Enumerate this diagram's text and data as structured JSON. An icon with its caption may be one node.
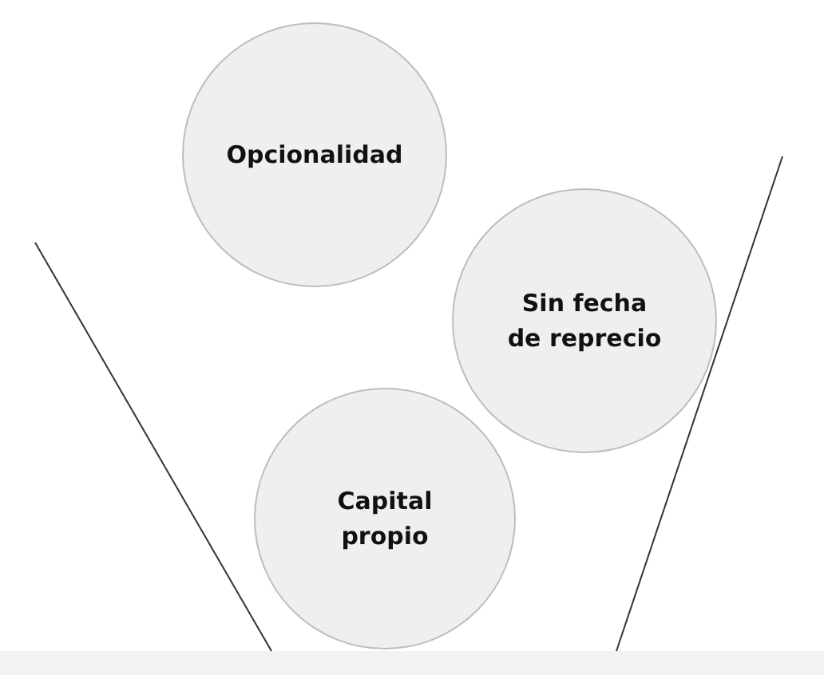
{
  "diagram": {
    "nodes": [
      {
        "text": [
          "Opcionalidad"
        ]
      },
      {
        "text": [
          "Sin fecha de reprecio"
        ]
      },
      {
        "text": [
          "Capital propio"
        ]
      }
    ]
  }
}
